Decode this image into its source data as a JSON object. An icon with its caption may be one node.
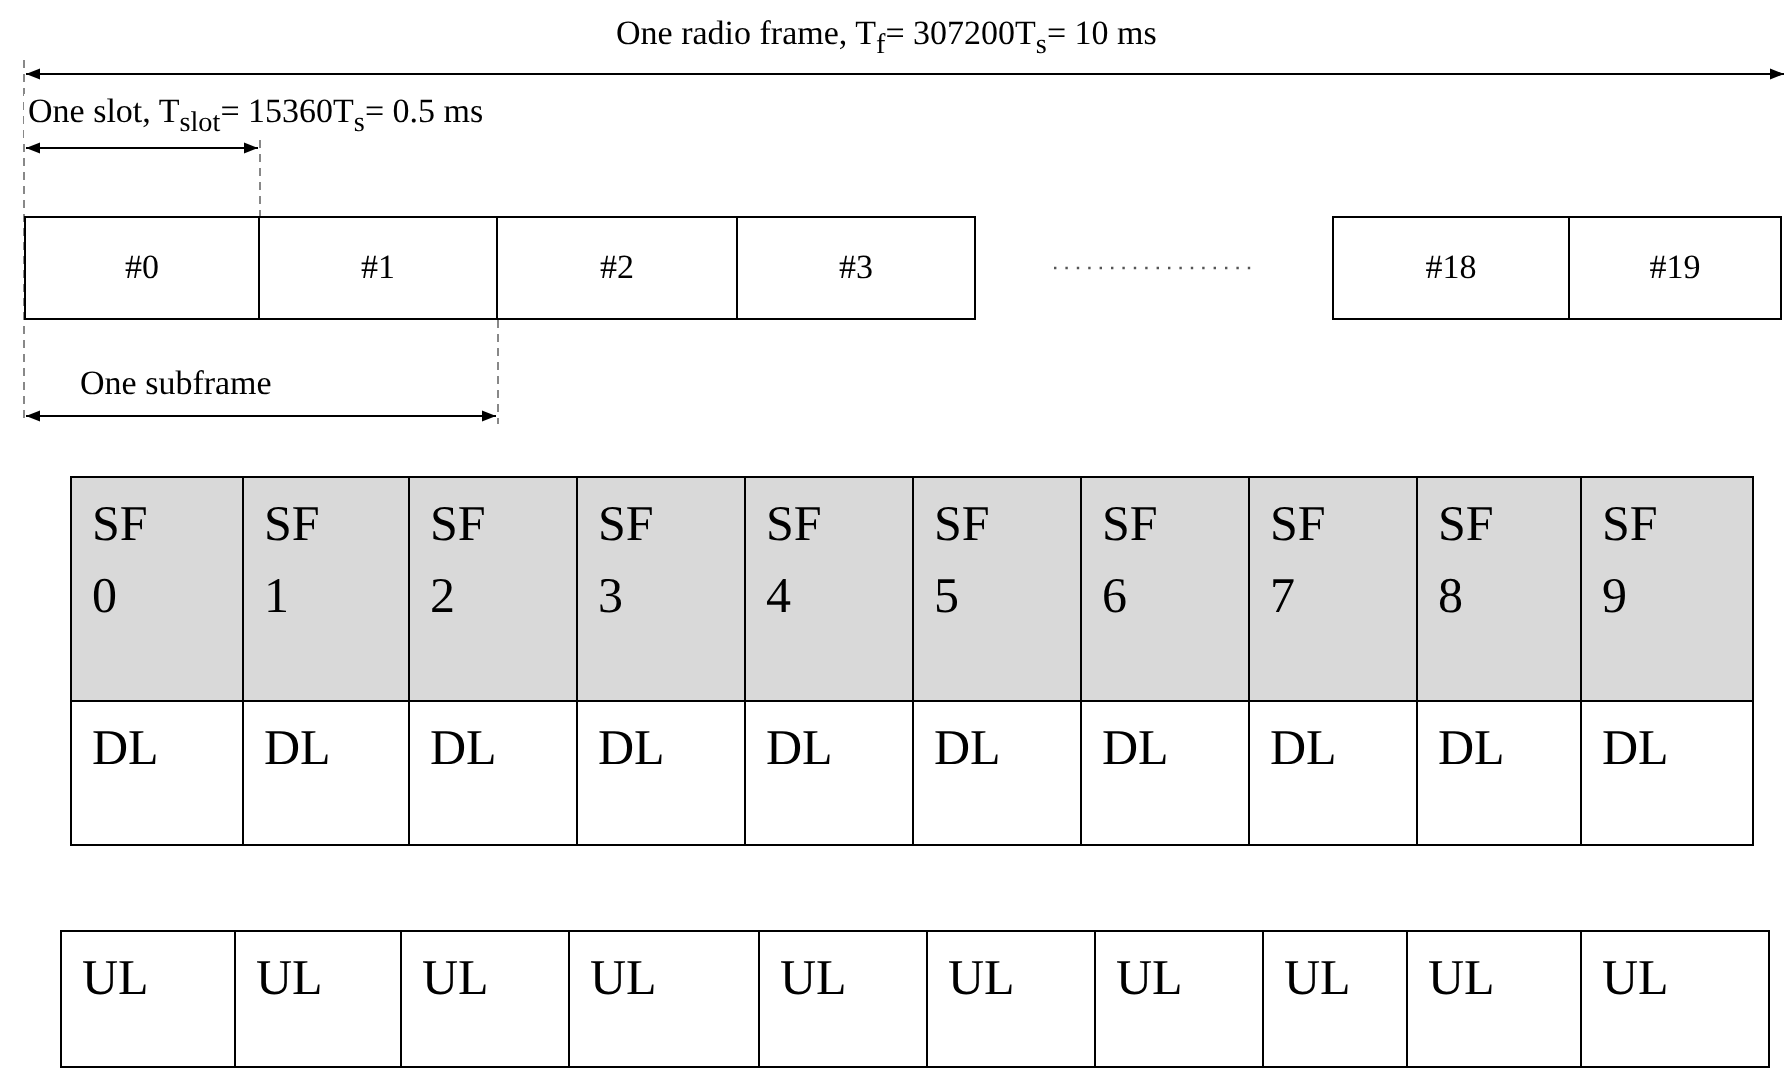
{
  "diagram": {
    "nodes": [
      {
        "text": [
          "#0"
        ]
      },
      {
        "text": [
          "#1"
        ]
      },
      {
        "text": [
          "#2"
        ]
      },
      {
        "text": [
          "#3"
        ]
      },
      {
        "text": [
          "#18"
        ]
      },
      {
        "text": [
          "#19"
        ]
      }
    ],
    "labels": [
      "One radio frame, T$_{f}$= 307200T$_{s}$= 10 ms",
      "One slot, T$_{slot}$= 15360T$_{s}$= 0.5 ms",
      "One subframe",
      "SF 0",
      "SF 1",
      "SF 2",
      "SF 3",
      "SF 4",
      "SF 5",
      "SF 6",
      "SF 7",
      "SF 8",
      "SF 9",
      "DL",
      "DL",
      "DL",
      "DL",
      "DL",
      "DL",
      "DL",
      "DL",
      "DL",
      "DL",
      "UL",
      "UL",
      "UL",
      "UL",
      "UL",
      "UL",
      "UL",
      "UL",
      "UL",
      "UL"
    ]
  }
}
